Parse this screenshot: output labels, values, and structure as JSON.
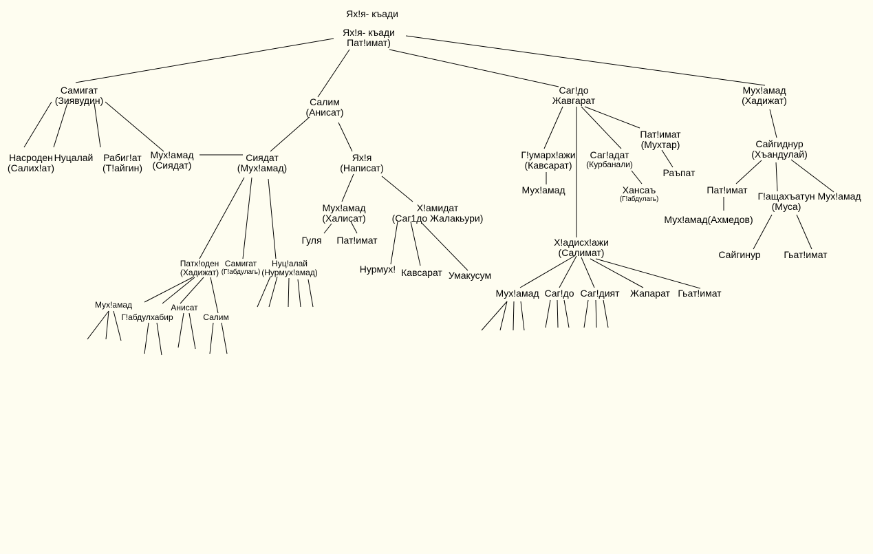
{
  "tree": {
    "title": "Ях!я- къади",
    "root": [
      "Ях!я- къади",
      "Пат!имат)"
    ],
    "n": {
      "samigat": [
        "Самигат",
        "(Зиявудин)"
      ],
      "nasroden": [
        "Насроден",
        "(Салих!ат)"
      ],
      "nucalay1": [
        "Нуцалай"
      ],
      "rabigat": [
        "Рабиг!ат",
        "(Т!айгин)"
      ],
      "muhamad1": [
        "Мух!амад",
        "(Сиядат)"
      ],
      "salim": [
        "Салим",
        "(Анисат)"
      ],
      "siyadat": [
        "Сиядат",
        "(Мух!амад)"
      ],
      "yahya": [
        "Ях!я",
        "(Написат)"
      ],
      "muhamad_h": [
        "Мух!амад",
        "(Халисат)"
      ],
      "gulya": [
        "Гуля"
      ],
      "patimat_h": [
        "Пат!имат"
      ],
      "hamidat": [
        "Х!амидат",
        "(Саг1до Жалакьури)"
      ],
      "nurmuh": [
        "Нурмух!"
      ],
      "kavsarat": [
        "Кавсарат"
      ],
      "umakusum": [
        "Умакусум"
      ],
      "patkhoden": [
        "Патх!оден",
        "(Хадижат)"
      ],
      "samigat2": [
        "Самигат",
        "(Г!абдулагь)"
      ],
      "nucalay2": [
        "Нуц!алай",
        "(Нурмух!амад)"
      ],
      "muhamad3": [
        "Мух!амад"
      ],
      "gabdulhabir": [
        "Г!абдулхабир"
      ],
      "anisat": [
        "Анисат"
      ],
      "salim2": [
        "Салим"
      ],
      "sagdo": [
        "Саг!до",
        "Жавгарат"
      ],
      "gumarhazhi": [
        "Г!умарх!ажи",
        "(Кавсарат)"
      ],
      "muhamad_k": [
        "Мух!амад"
      ],
      "sagadat": [
        "Саг!адат",
        "(Курбанали)"
      ],
      "hansa": [
        "Хансаъ",
        "(Г!абдулагь)"
      ],
      "patimat_m": [
        "Пат!имат",
        "(Мухтар)"
      ],
      "rapat": [
        "Раъпат"
      ],
      "hadis": [
        "Х!адисх!ажи",
        "(Салимат)"
      ],
      "hm1": [
        "Мух!амад"
      ],
      "hm2": [
        "Саг!до"
      ],
      "hm3": [
        "Саг!дият"
      ],
      "hm4": [
        "Жапарат"
      ],
      "hm5": [
        "Гьат!имат"
      ],
      "muhamad_hd": [
        "Мух!амад",
        "(Хадижат)"
      ],
      "saygidnur": [
        "Сайгиднур",
        "(Хъандулай)"
      ],
      "patimat_s": [
        "Пат!имат"
      ],
      "muhamad_ah": [
        "Мух!амад(Ахмедов)"
      ],
      "gashah": [
        "Г!ащахъатун",
        "(Муса)"
      ],
      "muhamad_r": [
        "Мух!амад"
      ],
      "saygidnur2": [
        "Сайгинур"
      ],
      "gatimat": [
        "Гьат!имат"
      ]
    }
  }
}
